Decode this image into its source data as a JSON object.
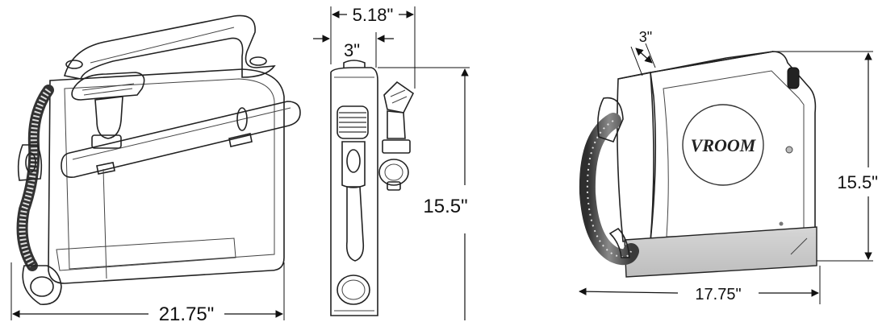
{
  "dimensions": {
    "front_width": "21.75\"",
    "side_depth_total": "5.18\"",
    "side_depth_body": "3\"",
    "side_height": "15.5\"",
    "iso_depth": "3\"",
    "iso_height": "15.5\"",
    "iso_width": "17.75\""
  },
  "logo": {
    "text": "VROOM"
  },
  "colors": {
    "line": "#111111",
    "body_fill": "#f7f7f7",
    "base_fill": "#cfcfcf",
    "hose_dark": "#4a4a4a"
  }
}
